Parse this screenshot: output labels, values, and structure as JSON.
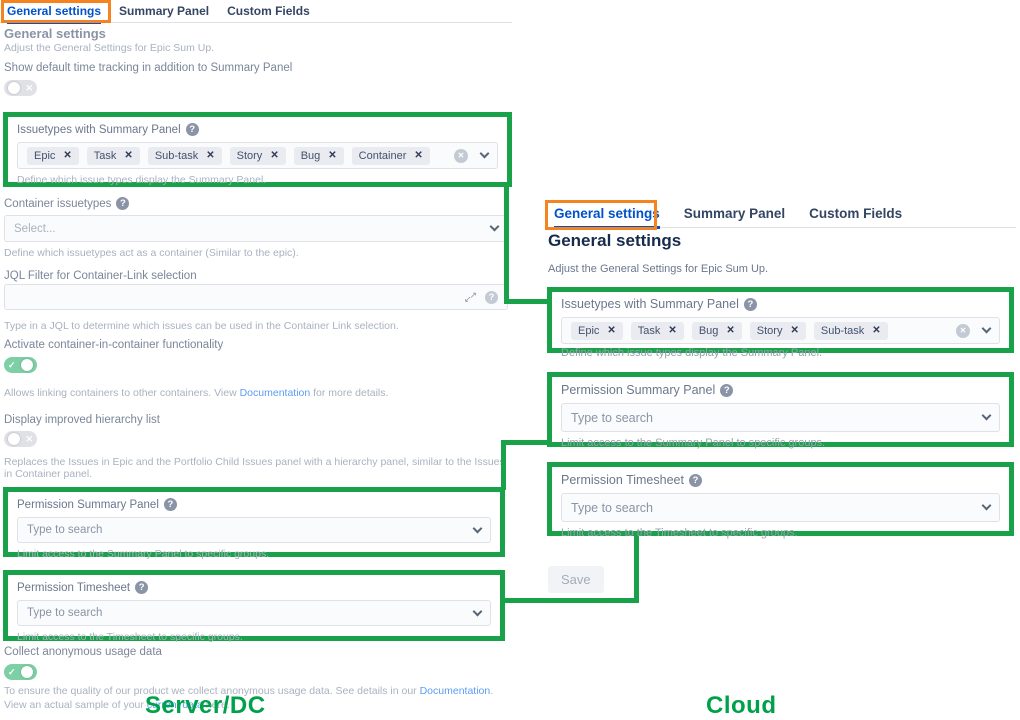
{
  "colors": {
    "annotation_green": "#1aa24a",
    "annotation_orange": "#f5831f",
    "active_tab_blue": "#0052cc",
    "link_blue": "#5d9cf5",
    "toggle_on_green": "#7dcfa6"
  },
  "icons": {
    "help": "?",
    "remove": "✕",
    "clear": "✕",
    "check": "✓",
    "cross": "✕",
    "expand_ne": "↗",
    "expand_sw": "↙"
  },
  "server": {
    "platform_label": "Server/DC",
    "tabs": [
      "General settings",
      "Summary Panel",
      "Custom Fields"
    ],
    "heading": "General settings",
    "description": "Adjust the General Settings for Epic Sum Up.",
    "time_tracking": {
      "label": "Show default time tracking in addition to Summary Panel",
      "state": "off"
    },
    "issuetypes": {
      "label": "Issuetypes with Summary Panel",
      "tags": [
        "Epic",
        "Task",
        "Sub-task",
        "Story",
        "Bug",
        "Container"
      ],
      "helper": "Define which issue types display the Summary Panel."
    },
    "container_issuetypes": {
      "label": "Container issuetypes",
      "placeholder": "Select...",
      "helper": "Define which issuetypes act as a container (Similar to the epic)."
    },
    "jql_filter": {
      "label": "JQL Filter for Container-Link selection",
      "value": "",
      "helper": "Type in a JQL to determine which issues can be used in the Container Link selection."
    },
    "container_in_container": {
      "label": "Activate container-in-container functionality",
      "state": "on",
      "helper_part1": "Allows linking containers to other containers. View ",
      "helper_link": "Documentation",
      "helper_part2": " for more details."
    },
    "hierarchy_list": {
      "label": "Display improved hierarchy list",
      "state": "off",
      "helper": "Replaces the Issues in Epic and the Portfolio Child Issues panel with a hierarchy panel, similar to the Issues in Container panel."
    },
    "permission_summary": {
      "label": "Permission Summary Panel",
      "placeholder": "Type to search",
      "helper": "Limit access to the Summary Panel to specific groups."
    },
    "permission_timesheet": {
      "label": "Permission Timesheet",
      "placeholder": "Type to search",
      "helper": "Limit access to the Timesheet to specific groups."
    },
    "usage_data": {
      "label": "Collect anonymous usage data",
      "state": "on",
      "helper_part1": "To ensure the quality of our product we collect anonymous usage data. See details in our ",
      "helper_link1": "Documentation",
      "helper_part2": ". View an actual sample of your ",
      "helper_link2": "current data",
      "helper_part3": " here."
    }
  },
  "cloud": {
    "platform_label": "Cloud",
    "tabs": [
      "General settings",
      "Summary Panel",
      "Custom Fields"
    ],
    "heading": "General settings",
    "description": "Adjust the General Settings for Epic Sum Up.",
    "issuetypes": {
      "label": "Issuetypes with Summary Panel",
      "tags": [
        "Epic",
        "Task",
        "Bug",
        "Story",
        "Sub-task"
      ],
      "helper": "Define which issue types display the Summary Panel."
    },
    "permission_summary": {
      "label": "Permission Summary Panel",
      "placeholder": "Type to search",
      "helper": "Limit access to the Summary Panel to specific groups."
    },
    "permission_timesheet": {
      "label": "Permission Timesheet",
      "placeholder": "Type to search",
      "helper": "Limit access to the Timesheet to specific groups."
    },
    "save_label": "Save"
  }
}
